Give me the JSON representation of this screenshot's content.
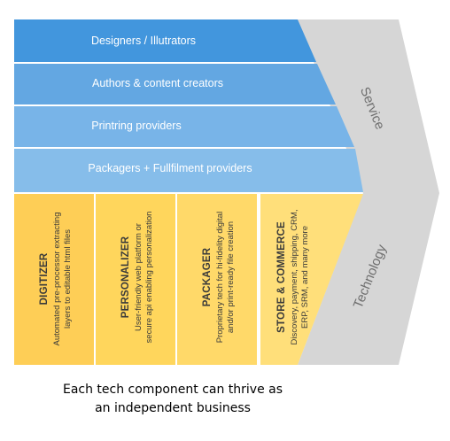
{
  "colors": {
    "service_bands": [
      "#4296dd",
      "#63a7e2",
      "#78b4e8",
      "#86bdea"
    ],
    "technology_columns": [
      "#fece56",
      "#ffd65c",
      "#ffd969",
      "#ffdf7a"
    ],
    "chevron": "#d6d6d6",
    "arrow_text": "#6e6e6e",
    "column_text": "#3a3a3a"
  },
  "arrow": {
    "service_label": "Service",
    "technology_label": "Technology"
  },
  "service_bands": [
    "Designers / Illutrators",
    "Authors & content creators",
    "Printring providers",
    "Packagers + Fullfilment providers"
  ],
  "technology_columns": [
    {
      "title": "DIGITIZER",
      "lines": [
        "Automated pre-processor extracting",
        "layers to editable html files"
      ]
    },
    {
      "title": "PERSONALIZER",
      "lines": [
        "User-friendly web platform or",
        "secure api enabling personalization"
      ]
    },
    {
      "title": "PACKAGER",
      "lines": [
        "Proprietary tech for hi-fidelity digital",
        "and/or print-ready file creation"
      ]
    },
    {
      "title": "STORE & COMMERCE",
      "lines": [
        "Discovery, payment, shipping, CRM,",
        "ERP, SRM, and many more"
      ]
    }
  ],
  "caption": {
    "line1": "Each tech component can thrive as",
    "line2": "an independent business"
  }
}
